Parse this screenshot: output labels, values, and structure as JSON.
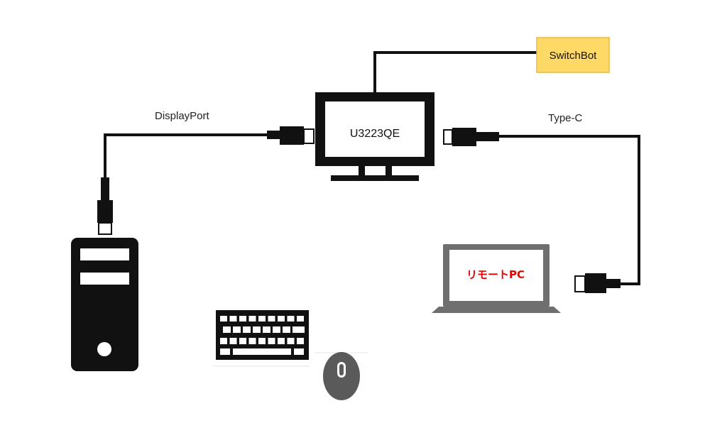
{
  "nodes": {
    "monitor": {
      "label": "U3223QE"
    },
    "switchbot": {
      "label": "SwitchBot"
    },
    "remote_pc": {
      "label": "リモートPC"
    },
    "tower_pc": {
      "label": ""
    },
    "keyboard": {
      "label": ""
    },
    "mouse": {
      "label": ""
    }
  },
  "edges": [
    {
      "from": "tower_pc",
      "to": "monitor",
      "label": "DisplayPort"
    },
    {
      "from": "remote_pc",
      "to": "monitor",
      "label": "Type-C"
    },
    {
      "from": "monitor",
      "to": "switchbot",
      "label": ""
    }
  ],
  "colors": {
    "device": "#111111",
    "switchbot_fill": "#ffd966",
    "switchbot_border": "#e8b84a",
    "laptop": "#6f6f6f",
    "remote_pc_text": "#e60000",
    "mouse": "#5a5a5a"
  },
  "icons": [
    "desktop-tower-icon",
    "monitor-icon",
    "laptop-icon",
    "keyboard-icon",
    "mouse-icon",
    "cable-plug-icon"
  ]
}
